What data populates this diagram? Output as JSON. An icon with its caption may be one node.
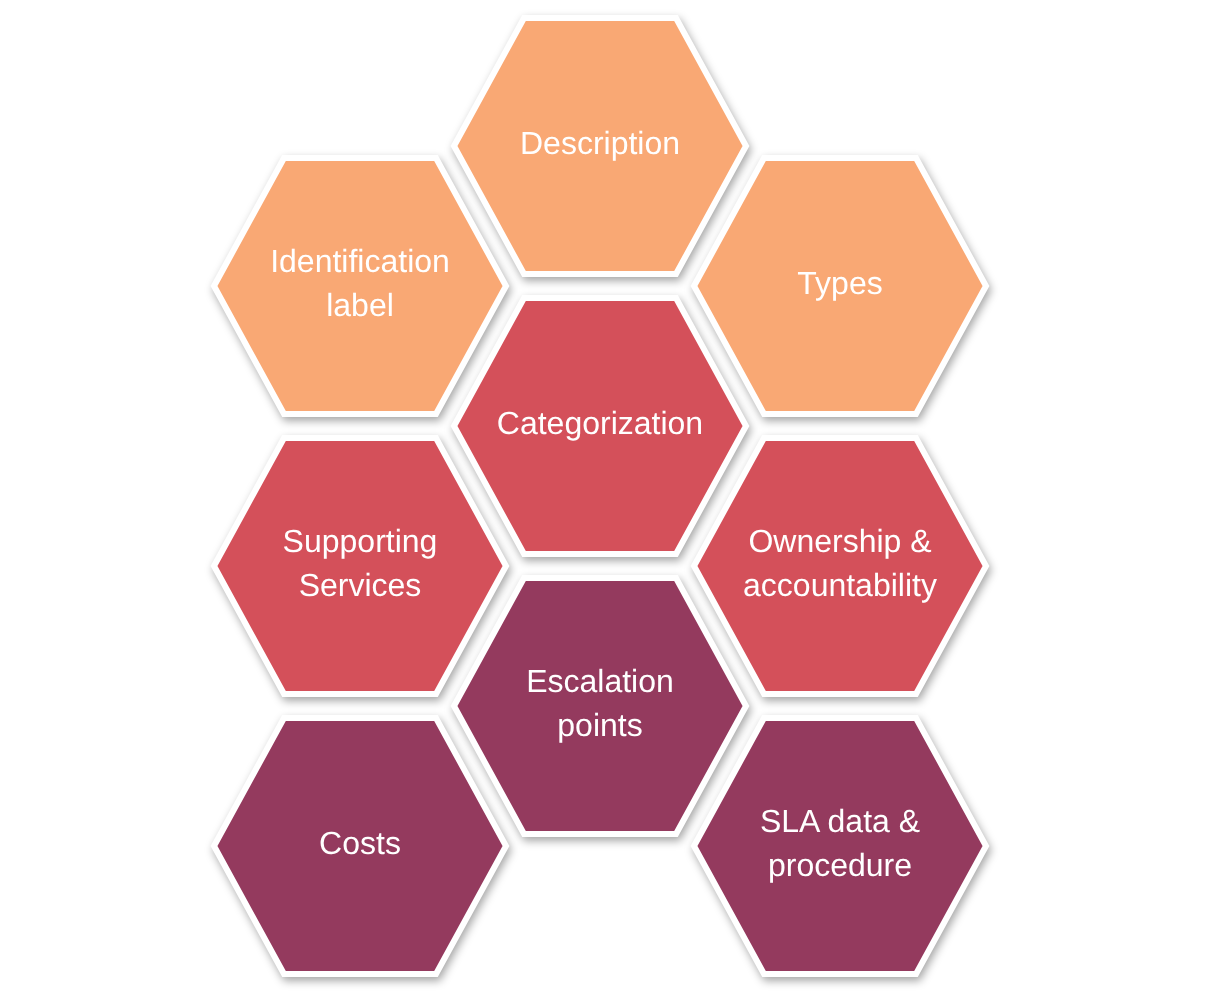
{
  "diagram": {
    "nodes": [
      {
        "text": [
          "Description"
        ]
      },
      {
        "text": [
          "Identification label"
        ]
      },
      {
        "text": [
          "Types"
        ]
      },
      {
        "text": [
          "Categorization"
        ]
      },
      {
        "text": [
          "Supporting Services"
        ]
      },
      {
        "text": [
          "Ownership & accountability"
        ]
      },
      {
        "text": [
          "Escalation points"
        ]
      },
      {
        "text": [
          "Costs"
        ]
      },
      {
        "text": [
          "SLA data & procedure"
        ]
      }
    ]
  }
}
